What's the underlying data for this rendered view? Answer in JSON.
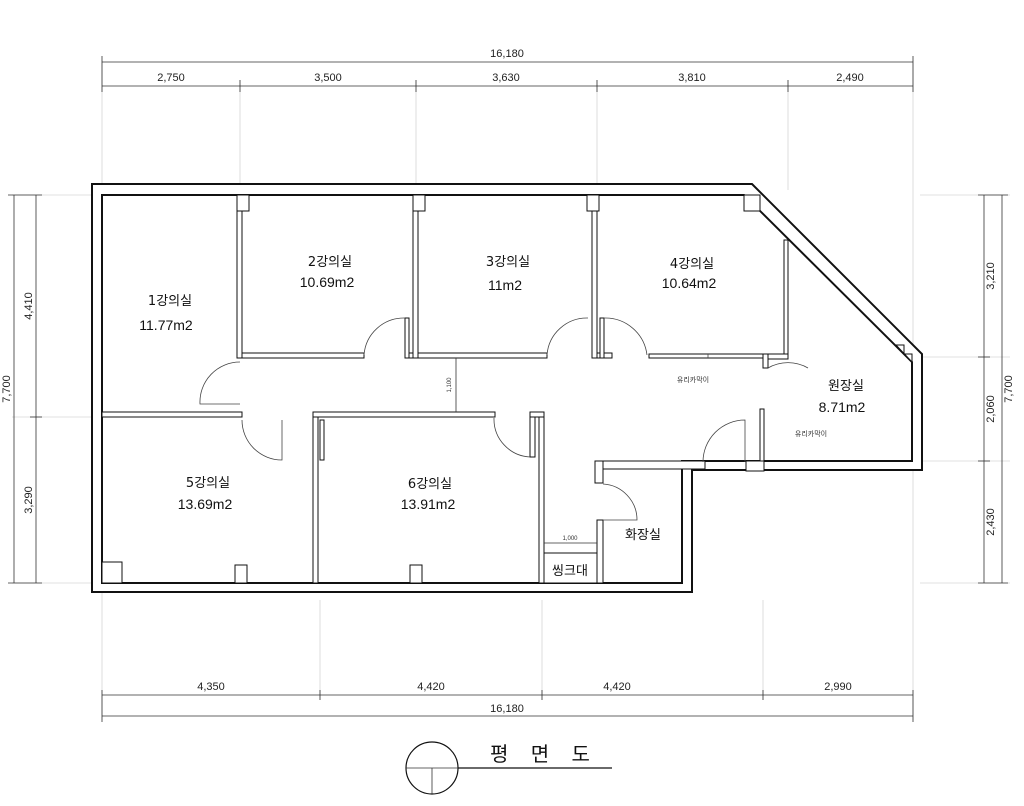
{
  "dimensions": {
    "top_total": "16,180",
    "top_segments": [
      "2,750",
      "3,500",
      "3,630",
      "3,810",
      "2,490"
    ],
    "bottom_total": "16,180",
    "bottom_segments": [
      "4,350",
      "4,420",
      "4,420",
      "2,990"
    ],
    "left_total": "7,700",
    "left_segments": [
      "4,410",
      "3,290"
    ],
    "right_total": "7,700",
    "right_segments": [
      "3,210",
      "2,060",
      "2,430"
    ],
    "corridor_width": "1,100",
    "sink_width": "1,000"
  },
  "rooms": [
    {
      "name": "1강의실",
      "area": "11.77m2"
    },
    {
      "name": "2강의실",
      "area": "10.69m2"
    },
    {
      "name": "3강의실",
      "area": "11m2"
    },
    {
      "name": "4강의실",
      "area": "10.64m2"
    },
    {
      "name": "원장실",
      "area": "8.71m2"
    },
    {
      "name": "5강의실",
      "area": "13.69m2"
    },
    {
      "name": "6강의실",
      "area": "13.91m2"
    },
    {
      "name": "화장실",
      "area": ""
    },
    {
      "name": "씽크대",
      "area": ""
    }
  ],
  "notes": {
    "glass_partition_1": "유리카막이",
    "glass_partition_2": "유리카막이"
  },
  "title": "평 면 도"
}
